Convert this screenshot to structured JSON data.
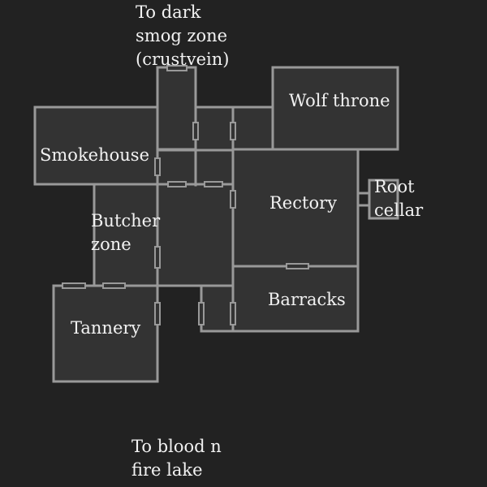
{
  "map": {
    "background": "#222222",
    "room_fill": "#333333",
    "wall_color": "#999999",
    "text_color": "#f2f2f2"
  },
  "rooms": {
    "smokehouse": "Smokehouse",
    "wolf_throne": "Wolf throne",
    "rectory": "Rectory",
    "root_cellar": [
      "Root",
      "cellar"
    ],
    "butcher_zone": [
      "Butcher",
      "zone"
    ],
    "tannery": "Tannery",
    "barracks": "Barracks"
  },
  "exits": {
    "north": [
      "To dark",
      "smog zone",
      "(crustvein)"
    ],
    "south": [
      "To blood n",
      "fire lake"
    ]
  }
}
